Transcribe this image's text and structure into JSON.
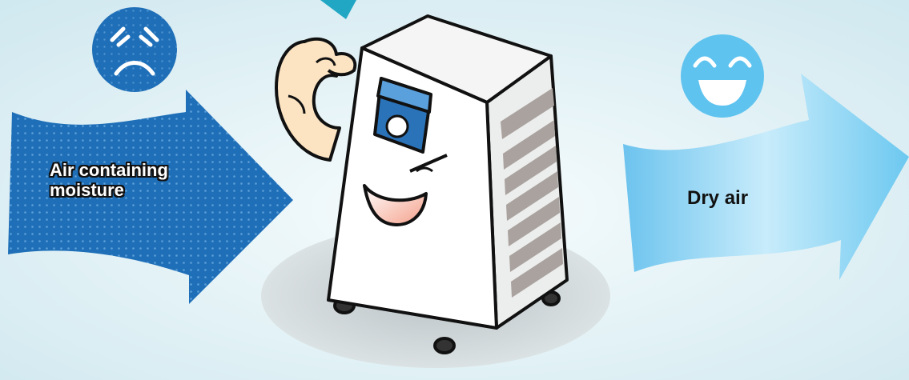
{
  "labels": {
    "incoming": [
      "Air containing",
      "moisture"
    ],
    "outgoing": "Dry air"
  },
  "icons": {
    "incoming_face": "sad-face-icon",
    "outgoing_face": "happy-face-icon",
    "machine": "dehumidifier-mascot-icon"
  },
  "colors": {
    "background": "#e2f1f5",
    "incoming_arrow": "#1f6fb8",
    "outgoing_arrow": "#8fd0f2",
    "sad_face": "#1f6fb8",
    "happy_face": "#5fc3ef",
    "machine_body": "#ffffff",
    "panel_blue": "#2b73b8"
  }
}
